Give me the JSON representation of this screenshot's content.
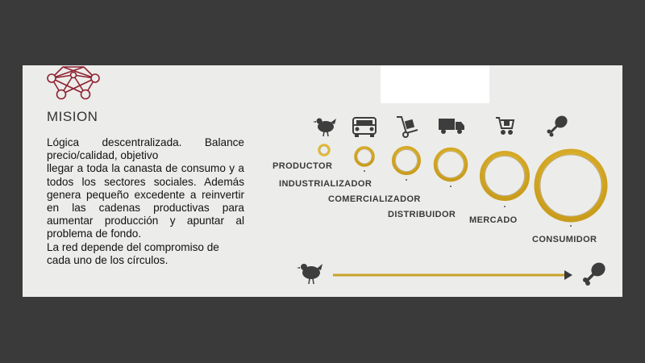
{
  "mission": {
    "title": "MISION",
    "paragraphs": [
      "Lógica descentralizada. Balance precio/calidad, objetivo",
      "llegar a toda la canasta de consumo y a todos los sectores sociales. Además genera pequeño excedente a reinvertir en las cadenas productivas para aumentar producción y apuntar al problema de fondo.",
      "La red depende del compromiso de cada uno de los círculos."
    ]
  },
  "chain": {
    "stages": [
      {
        "label": "PRODUCTOR",
        "icon": "hen-icon"
      },
      {
        "label": "INDUSTRIALIZADOR",
        "icon": "truck-front-icon"
      },
      {
        "label": "COMERCIALIZADOR",
        "icon": "hand-truck-icon"
      },
      {
        "label": "DISTRIBUIDOR",
        "icon": "delivery-truck-icon"
      },
      {
        "label": "MERCADO",
        "icon": "shopping-cart-icon"
      },
      {
        "label": "CONSUMIDOR",
        "icon": "chicken-leg-icon"
      }
    ],
    "flow_start_icon": "hen-icon",
    "flow_end_icon": "chicken-leg-icon"
  },
  "colors": {
    "ring": "#e3b92f",
    "ring_dark": "#c99c1c",
    "logo": "#8e2230",
    "arrow": "#c9a227",
    "background": "#ececea",
    "frame": "#3a3a3a"
  }
}
